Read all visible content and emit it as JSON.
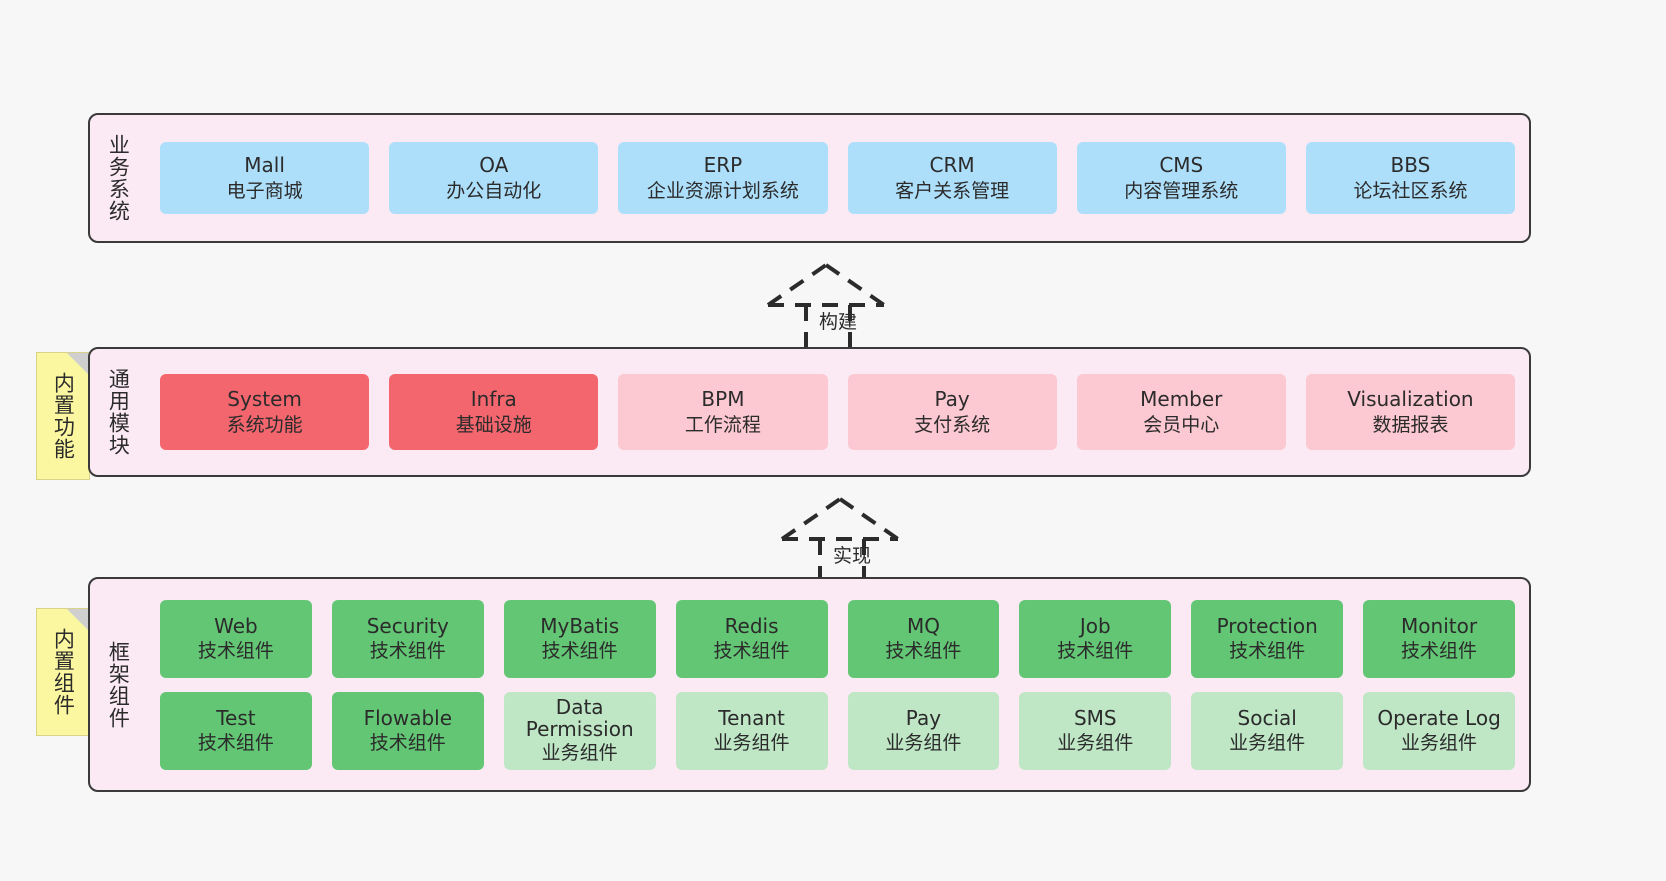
{
  "diagram": {
    "background": "#f7f7f7",
    "colors": {
      "band": "#fbeaf4",
      "band_border": "#3a3a3a",
      "business": "#addffb",
      "core_module": "#f4666e",
      "module": "#fcc8d2",
      "tech_component": "#62c674",
      "biz_component": "#bfe7c6",
      "sticky": "#fbf7a0"
    }
  },
  "layers": {
    "business": {
      "label": "业务系统",
      "items": [
        {
          "en": "Mall",
          "cn": "电子商城"
        },
        {
          "en": "OA",
          "cn": "办公自动化"
        },
        {
          "en": "ERP",
          "cn": "企业资源计划系统"
        },
        {
          "en": "CRM",
          "cn": "客户关系管理"
        },
        {
          "en": "CMS",
          "cn": "内容管理系统"
        },
        {
          "en": "BBS",
          "cn": "论坛社区系统"
        }
      ]
    },
    "common": {
      "label": "通用模块",
      "sticky": "内置功能",
      "items": [
        {
          "en": "System",
          "cn": "系统功能",
          "style": "c-red"
        },
        {
          "en": "Infra",
          "cn": "基础设施",
          "style": "c-red"
        },
        {
          "en": "BPM",
          "cn": "工作流程",
          "style": "c-pink"
        },
        {
          "en": "Pay",
          "cn": "支付系统",
          "style": "c-pink"
        },
        {
          "en": "Member",
          "cn": "会员中心",
          "style": "c-pink"
        },
        {
          "en": "Visualization",
          "cn": "数据报表",
          "style": "c-pink"
        }
      ]
    },
    "framework": {
      "label": "框架组件",
      "sticky": "内置组件",
      "row1": [
        {
          "en": "Web",
          "cn": "技术组件",
          "style": "c-green"
        },
        {
          "en": "Security",
          "cn": "技术组件",
          "style": "c-green"
        },
        {
          "en": "MyBatis",
          "cn": "技术组件",
          "style": "c-green"
        },
        {
          "en": "Redis",
          "cn": "技术组件",
          "style": "c-green"
        },
        {
          "en": "MQ",
          "cn": "技术组件",
          "style": "c-green"
        },
        {
          "en": "Job",
          "cn": "技术组件",
          "style": "c-green"
        },
        {
          "en": "Protection",
          "cn": "技术组件",
          "style": "c-green"
        },
        {
          "en": "Monitor",
          "cn": "技术组件",
          "style": "c-green"
        }
      ],
      "row2": [
        {
          "en": "Test",
          "cn": "技术组件",
          "style": "c-green"
        },
        {
          "en": "Flowable",
          "cn": "技术组件",
          "style": "c-green"
        },
        {
          "en": "Data Permission",
          "cn": "业务组件",
          "style": "c-lightgreen"
        },
        {
          "en": "Tenant",
          "cn": "业务组件",
          "style": "c-lightgreen"
        },
        {
          "en": "Pay",
          "cn": "业务组件",
          "style": "c-lightgreen"
        },
        {
          "en": "SMS",
          "cn": "业务组件",
          "style": "c-lightgreen"
        },
        {
          "en": "Social",
          "cn": "业务组件",
          "style": "c-lightgreen"
        },
        {
          "en": "Operate Log",
          "cn": "业务组件",
          "style": "c-lightgreen"
        }
      ]
    }
  },
  "connectors": [
    {
      "label": "构建"
    },
    {
      "label": "实现"
    }
  ]
}
